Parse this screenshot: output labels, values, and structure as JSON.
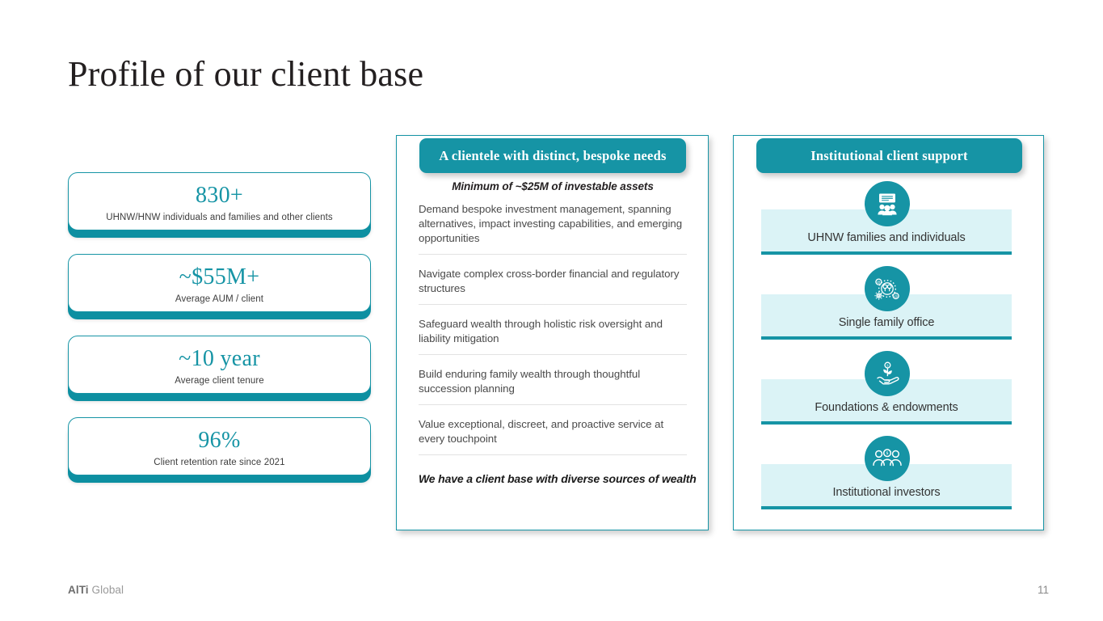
{
  "slide": {
    "title": "Profile of our client base",
    "page_number": "11",
    "brand_strong": "AlTi",
    "brand_rest": " Global",
    "accent_teal": "#1694A5",
    "accent_teal_dark": "#0d8fa1",
    "panel_fill_light": "#dbf3f6"
  },
  "stats": [
    {
      "value": "830+",
      "label": "UHNW/HNW individuals and families and other clients"
    },
    {
      "value": "~$55M+",
      "label": "Average AUM / client"
    },
    {
      "value": "~10 year",
      "label": "Average client tenure"
    },
    {
      "value": "96%",
      "label": "Client retention rate since 2021"
    }
  ],
  "needs_panel": {
    "banner": "A clientele with distinct, bespoke needs",
    "headline": "Minimum of ~$25M of investable assets",
    "items": [
      "Demand bespoke investment management, spanning alternatives, impact investing capabilities, and emerging opportunities",
      "Navigate complex cross-border financial and regulatory structures",
      "Safeguard wealth through holistic risk oversight and liability mitigation",
      "Build enduring family wealth through thoughtful succession planning",
      "Value exceptional, discreet, and proactive service at every touchpoint"
    ],
    "footer": "We have a client base with diverse sources of wealth"
  },
  "institutional_panel": {
    "banner": "Institutional client support",
    "items": [
      {
        "label": "UHNW families and individuals",
        "icon": "presentation-people-icon"
      },
      {
        "label": "Single family office",
        "icon": "family-tree-gears-icon"
      },
      {
        "label": "Foundations & endowments",
        "icon": "hand-growth-plant-icon"
      },
      {
        "label": "Institutional investors",
        "icon": "three-people-icon"
      }
    ]
  }
}
